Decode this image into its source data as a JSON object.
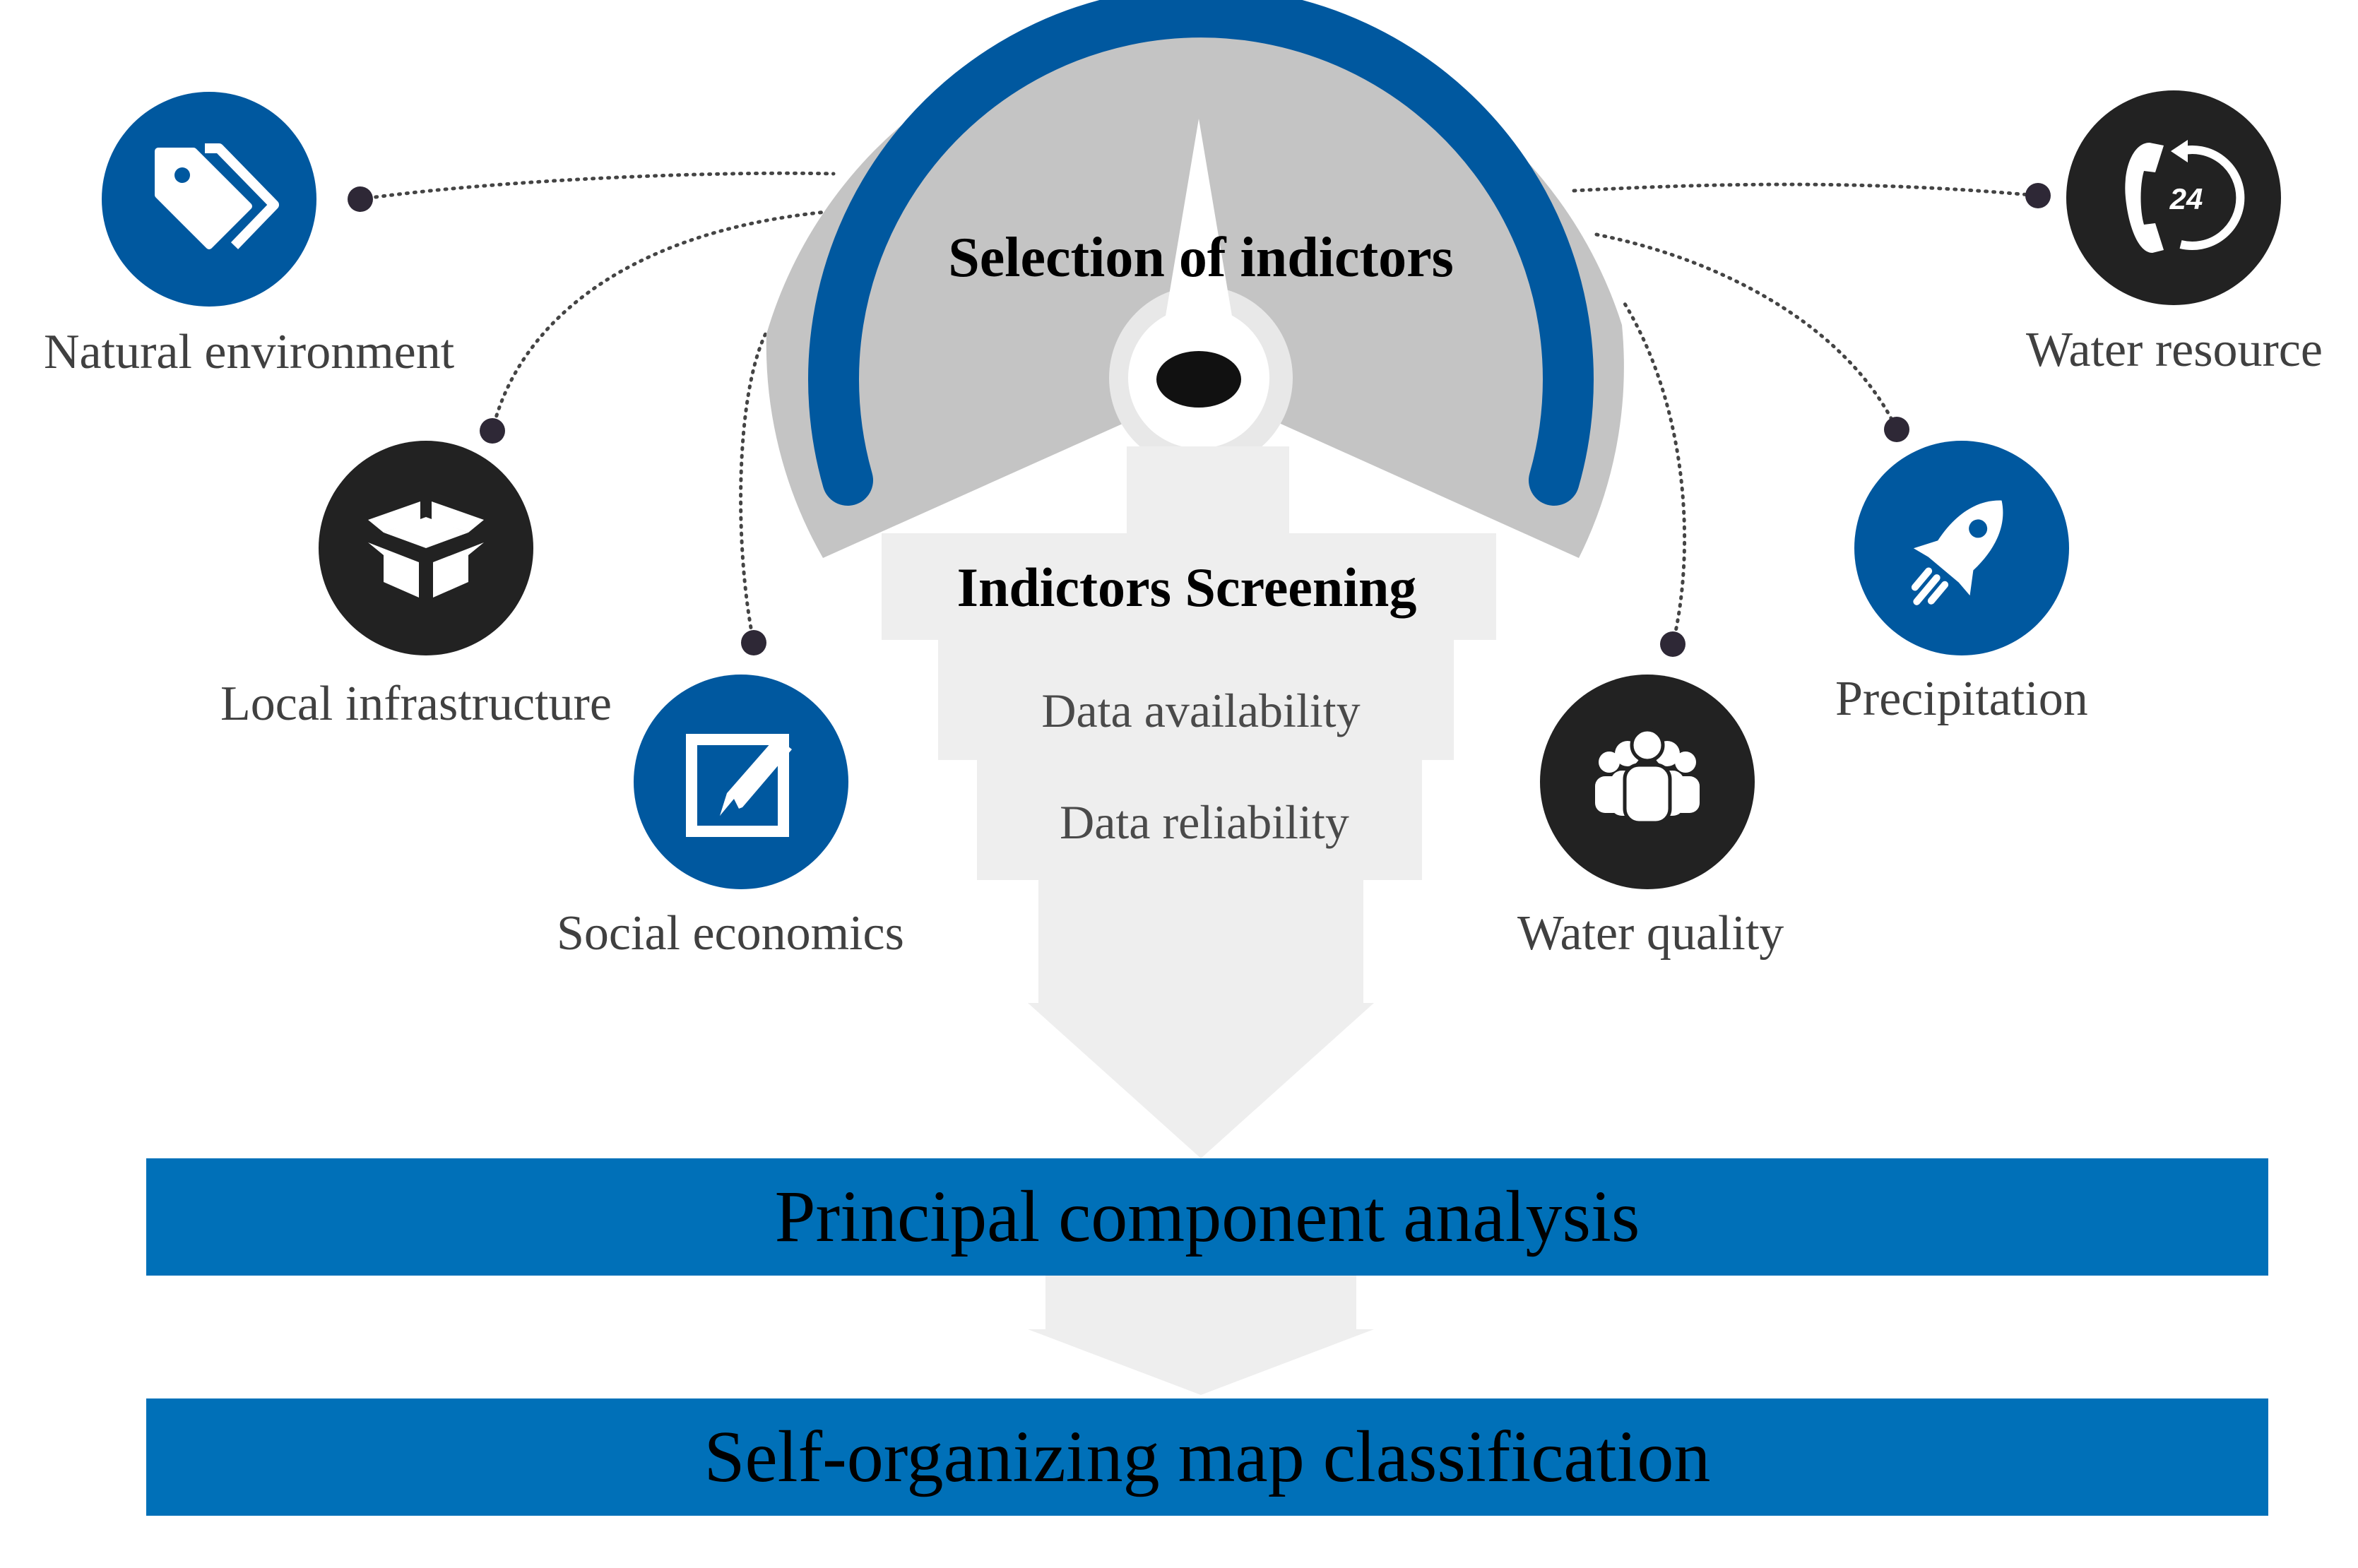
{
  "colors": {
    "blue": "#00589f",
    "dark": "#222222",
    "band": "#0070b8",
    "gauge_gray": "#c4c4c4",
    "funnel_gray": "#eeeeee"
  },
  "gauge": {
    "title": "Selection of indictors"
  },
  "screening": {
    "title": "Indictors Screening",
    "criteria": [
      "Data availability",
      "Data reliability"
    ]
  },
  "indicators": [
    {
      "label": "Natural environment",
      "icon": "tag-icon",
      "style": "blue"
    },
    {
      "label": "Local infrastructure",
      "icon": "box-icon",
      "style": "dark"
    },
    {
      "label": "Social economics",
      "icon": "edit-icon",
      "style": "blue"
    },
    {
      "label": "Water quality",
      "icon": "people-icon",
      "style": "dark"
    },
    {
      "label": "Precipitation",
      "icon": "rocket-icon",
      "style": "blue"
    },
    {
      "label": "Water resource",
      "icon": "phone-24-icon",
      "style": "dark"
    }
  ],
  "icon_text": {
    "hours": "24"
  },
  "steps": [
    {
      "label": "Principal component analysis"
    },
    {
      "label": "Self-organizing map classification"
    }
  ]
}
